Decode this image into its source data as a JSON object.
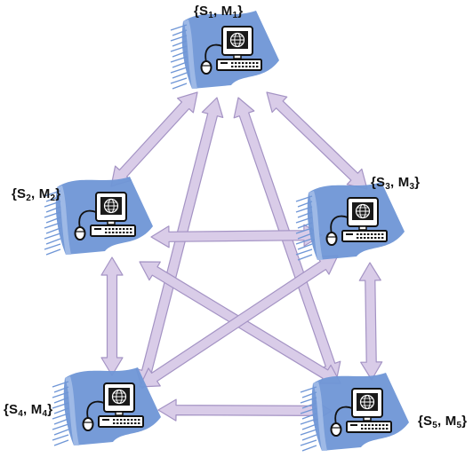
{
  "diagram": {
    "colors": {
      "arrow_fill": "#d9cce8",
      "arrow_stroke": "#a493c4",
      "banner": "#6f96d6",
      "banner_light": "#a9c0ea",
      "computer_outline": "#111111"
    },
    "nodes": [
      {
        "id": "n1",
        "label": {
          "prefix": "{S",
          "s_sub": "1",
          "mid": ", M",
          "m_sub": "1",
          "suffix": "}"
        }
      },
      {
        "id": "n2",
        "label": {
          "prefix": "{S",
          "s_sub": "2",
          "mid": ", M",
          "m_sub": "2",
          "suffix": "}"
        }
      },
      {
        "id": "n3",
        "label": {
          "prefix": "{S",
          "s_sub": "3",
          "mid": ", M",
          "m_sub": "3",
          "suffix": "}"
        }
      },
      {
        "id": "n4",
        "label": {
          "prefix": "{S",
          "s_sub": "4",
          "mid": ", M",
          "m_sub": "4",
          "suffix": "}"
        }
      },
      {
        "id": "n5",
        "label": {
          "prefix": "{S",
          "s_sub": "5",
          "mid": ", M",
          "m_sub": "5",
          "suffix": "}"
        }
      }
    ],
    "edges": [
      {
        "from": "n1",
        "to": "n2"
      },
      {
        "from": "n1",
        "to": "n3"
      },
      {
        "from": "n1",
        "to": "n4"
      },
      {
        "from": "n1",
        "to": "n5"
      },
      {
        "from": "n2",
        "to": "n3"
      },
      {
        "from": "n2",
        "to": "n4"
      },
      {
        "from": "n2",
        "to": "n5"
      },
      {
        "from": "n3",
        "to": "n4"
      },
      {
        "from": "n3",
        "to": "n5"
      },
      {
        "from": "n4",
        "to": "n5"
      }
    ]
  }
}
